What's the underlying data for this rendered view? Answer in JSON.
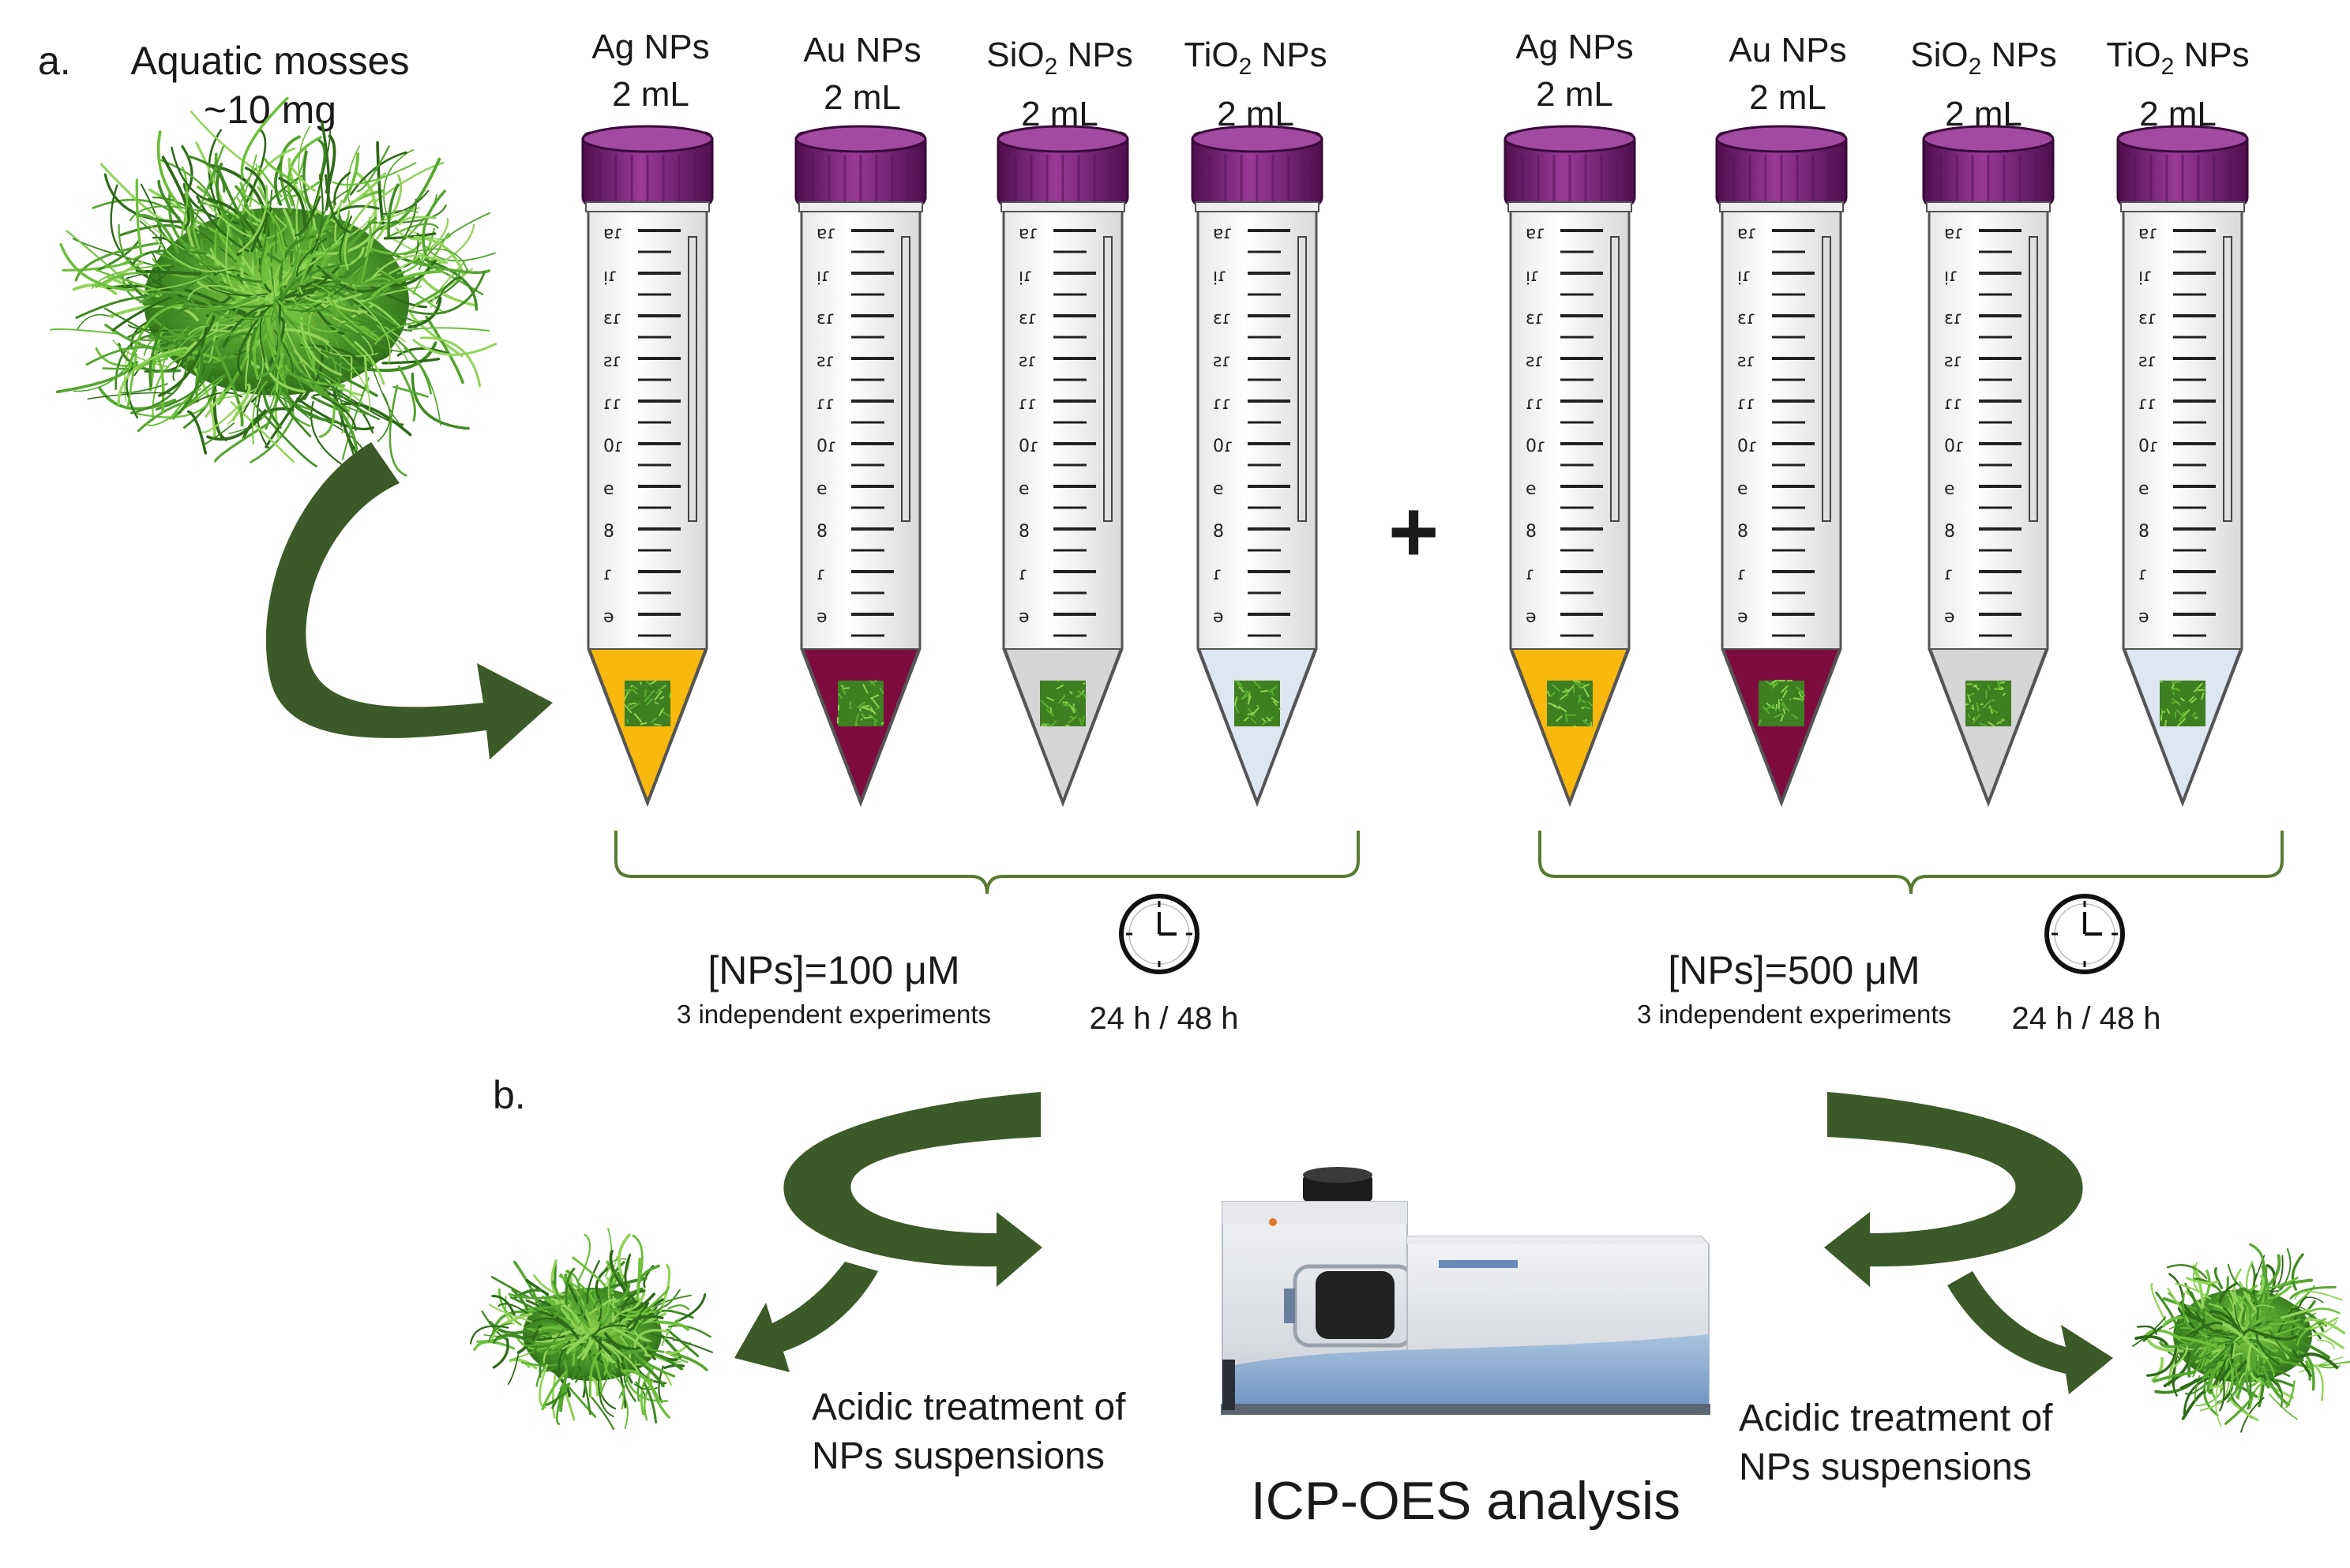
{
  "panel_a": {
    "label": "a.",
    "moss": {
      "line1": "Aquatic mosses",
      "line2": "~10 mg"
    },
    "plus": "+",
    "tube_graduations": [
      "ɐɾ",
      "ᴉɾ",
      "ɛɾ",
      "ƨɾ",
      "ɾɾ",
      "0ɾ",
      "e",
      "8",
      "ɾ",
      "ə"
    ],
    "groups": [
      {
        "tubes": [
          {
            "name": "Ag NPs",
            "volume": "2 mL",
            "color": "#f8b80d"
          },
          {
            "name": "Au NPs",
            "volume": "2 mL",
            "color": "#7d0b3d"
          },
          {
            "name_pre": "SiO",
            "name_sub": "2",
            "name_post": " NPs",
            "volume": "2 mL",
            "color": "#d6d6d6"
          },
          {
            "name_pre": "TiO",
            "name_sub": "2",
            "name_post": " NPs",
            "volume": "2 mL",
            "color": "#dde6f2"
          }
        ],
        "concentration": "[NPs]=100 μM",
        "experiments": "3 independent experiments",
        "time": "24 h / 48 h"
      },
      {
        "tubes": [
          {
            "name": "Ag NPs",
            "volume": "2 mL",
            "color": "#f8b80d"
          },
          {
            "name": "Au NPs",
            "volume": "2 mL",
            "color": "#7d0b3d"
          },
          {
            "name_pre": "SiO",
            "name_sub": "2",
            "name_post": " NPs",
            "volume": "2 mL",
            "color": "#d6d6d6"
          },
          {
            "name_pre": "TiO",
            "name_sub": "2",
            "name_post": " NPs",
            "volume": "2 mL",
            "color": "#dde6f2"
          }
        ],
        "concentration": "[NPs]=500 μM",
        "experiments": "3 independent experiments",
        "time": "24 h / 48 h"
      }
    ]
  },
  "panel_b": {
    "label": "b.",
    "left_caption": {
      "line1": "Acidic treatment of",
      "line2": "NPs suspensions"
    },
    "right_caption": {
      "line1": "Acidic treatment of",
      "line2": "NPs suspensions"
    },
    "instrument_caption": "ICP-OES analysis"
  },
  "colors": {
    "arrow_green": "#3b5a27",
    "cap_purple": "#7a2479",
    "moss_green": "#5aa832",
    "bracket_green": "#5a7a32"
  },
  "icons": [
    "moss-clump",
    "centrifuge-tube",
    "clock-icon",
    "curved-arrow",
    "icp-oes-instrument"
  ]
}
